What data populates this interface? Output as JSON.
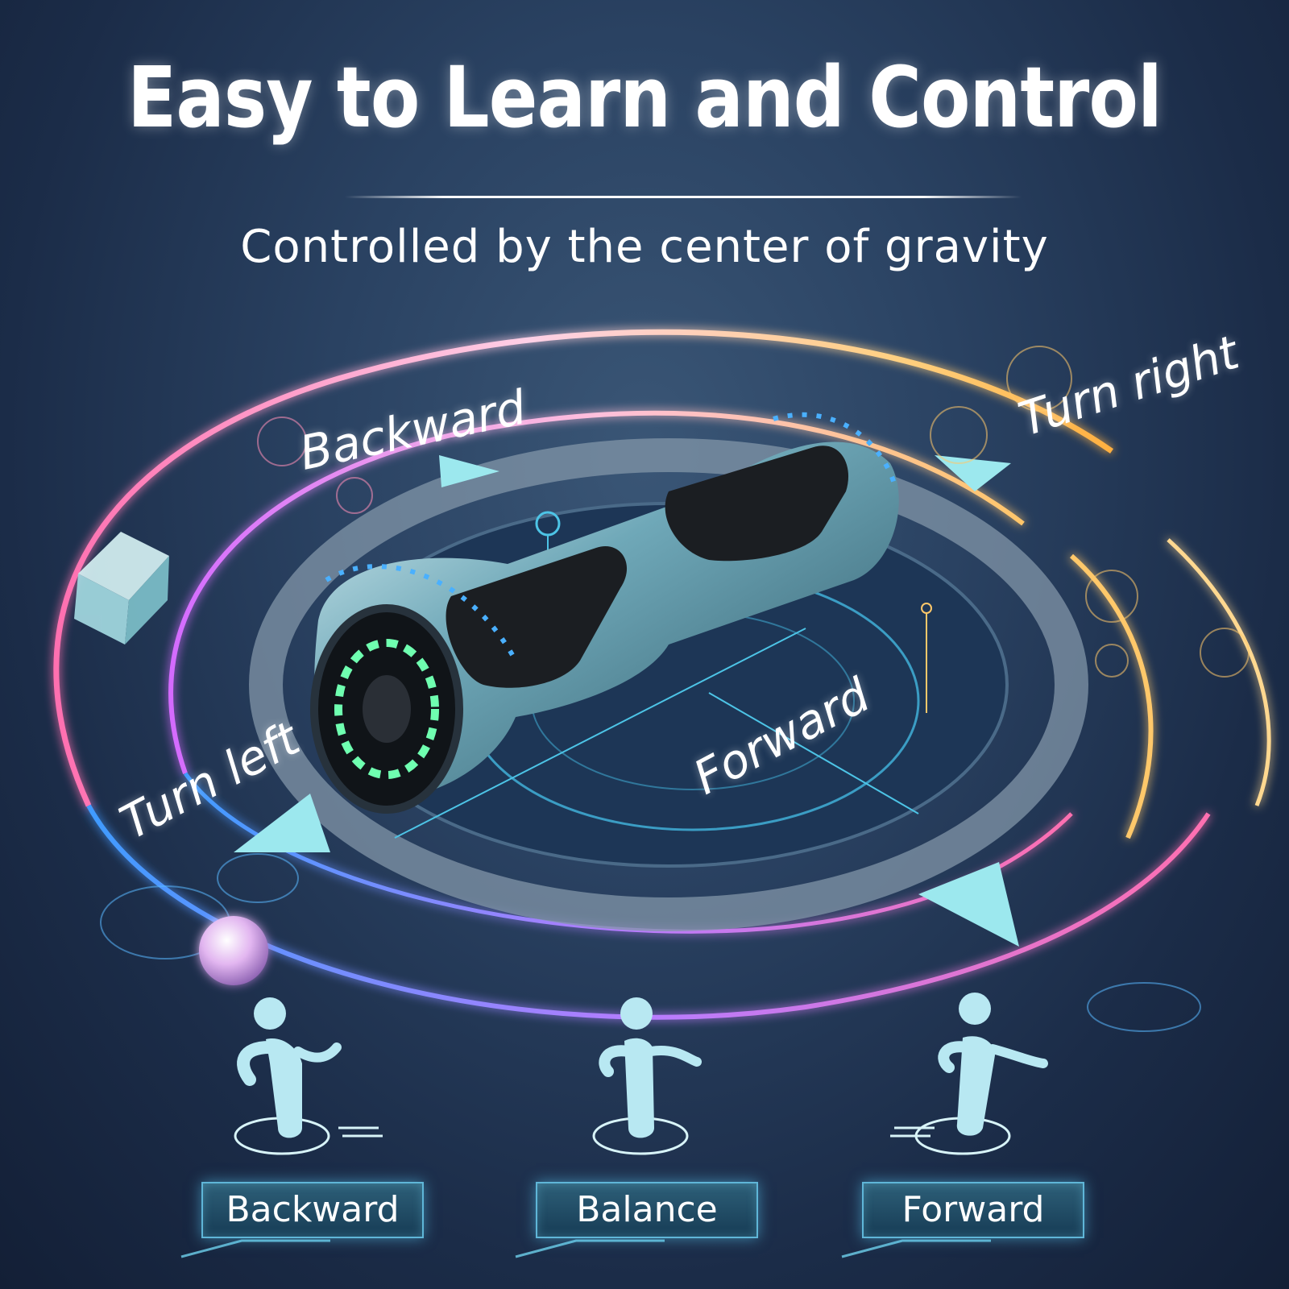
{
  "header": {
    "title": "Easy to Learn and Control",
    "subtitle": "Controlled by the center of gravity"
  },
  "directions": {
    "backward": "Backward",
    "turn_right": "Turn right",
    "turn_left": "Turn left",
    "forward": "Forward"
  },
  "poses": [
    {
      "label": "Backward",
      "icon": "rider-lean-back-icon"
    },
    {
      "label": "Balance",
      "icon": "rider-balance-icon"
    },
    {
      "label": "Forward",
      "icon": "rider-lean-forward-icon"
    }
  ],
  "colors": {
    "accent": "#8fe3ec",
    "ring_pink": "#ff5fa2",
    "ring_gold": "#ffc866",
    "ring_blue": "#5ab8ff"
  }
}
